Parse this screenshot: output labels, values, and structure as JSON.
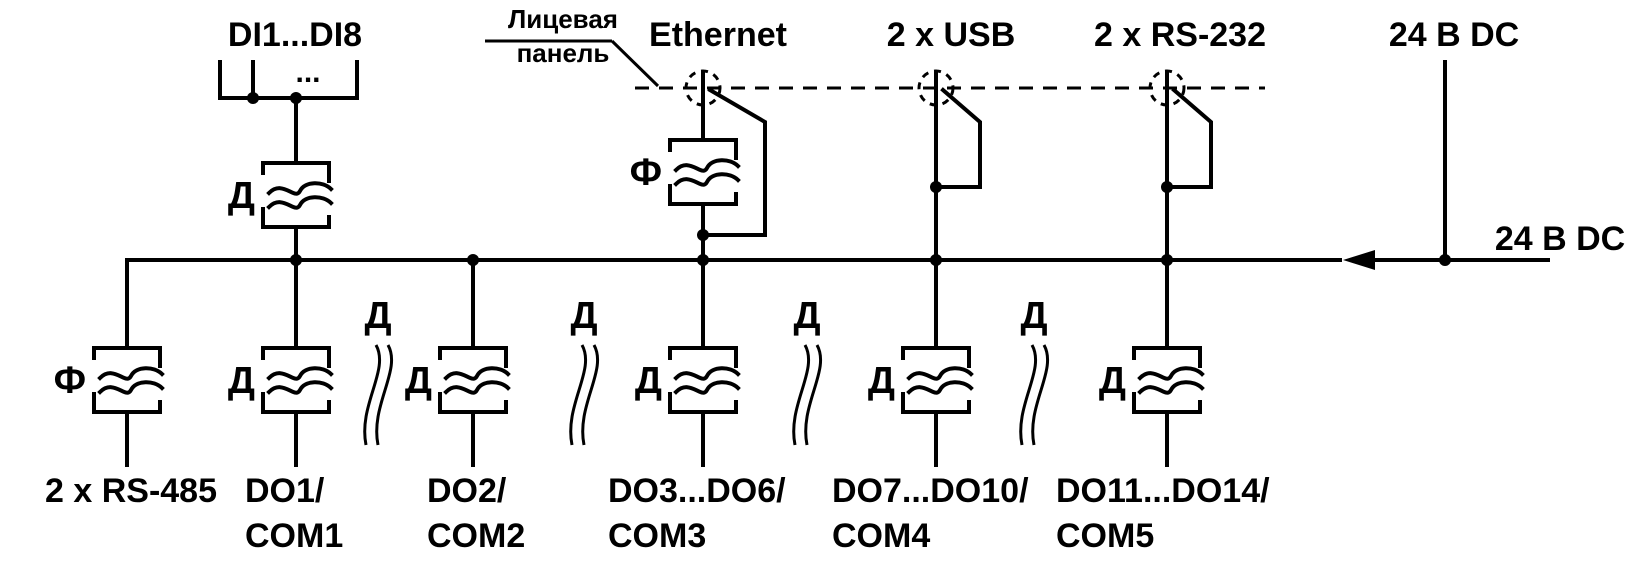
{
  "colors": {
    "ink": "#000000",
    "background": "#ffffff"
  },
  "labels": {
    "di": "DI1...DI8",
    "di_dots": "...",
    "face_panel_1": "Лицевая",
    "face_panel_2": "панель",
    "ethernet": "Ethernet",
    "usb": "2 x USB",
    "rs232": "2 x RS-232",
    "power_top": "24 В DC",
    "power_right": "24 В DC",
    "rs485": "2 x RS-485",
    "do1_1": "DO1/",
    "do1_2": "COM1",
    "do2_1": "DO2/",
    "do2_2": "COM2",
    "do3_1": "DO3...DO6/",
    "do3_2": "COM3",
    "do7_1": "DO7...DO10/",
    "do7_2": "COM4",
    "do11_1": "DO11...DO14/",
    "do11_2": "COM5"
  },
  "filters": {
    "di": "Д",
    "ethernet": "Ф",
    "rs485": "Ф",
    "do1": "Д",
    "do2": "Д",
    "do3": "Д",
    "do7": "Д",
    "do11": "Д"
  },
  "isolation_labels": [
    "Д",
    "Д",
    "Д",
    "Д"
  ]
}
